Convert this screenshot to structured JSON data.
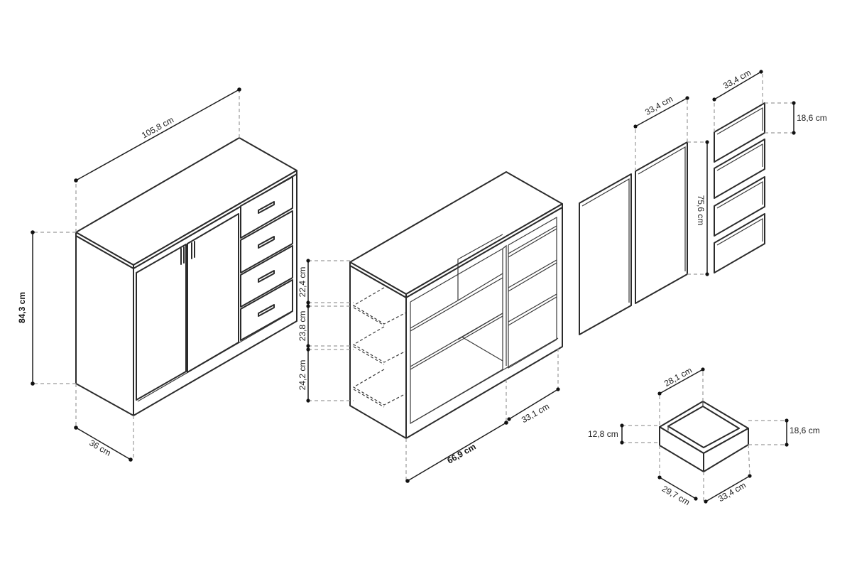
{
  "dimensions": {
    "cabinet_width": "105,8 cm",
    "cabinet_height": "84,3 cm",
    "cabinet_depth": "36 cm",
    "shelf_gap_top": "22,4 cm",
    "shelf_gap_middle": "23,8 cm",
    "shelf_gap_bottom": "24,2 cm",
    "carcass_width": "66,9 cm",
    "section_width": "33,1 cm",
    "door_width": "33,4 cm",
    "door_height": "75,6 cm",
    "drawer_front_width": "33,4 cm",
    "drawer_front_height": "18,6 cm",
    "drawer_box_width": "28,1 cm",
    "drawer_box_height": "12,8 cm",
    "drawer_front_height_2": "18,6 cm",
    "drawer_box_depth": "29,7 cm",
    "drawer_front_width_2": "33,4 cm"
  }
}
